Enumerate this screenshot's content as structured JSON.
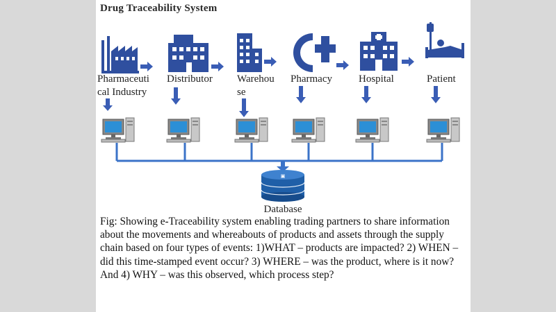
{
  "title": "Drug Traceability System",
  "nodes": [
    {
      "label_lines": [
        "Pharmaceuti",
        "cal Industry"
      ],
      "icon": "factory-icon"
    },
    {
      "label_lines": [
        "Distributor"
      ],
      "icon": "office-building-icon"
    },
    {
      "label_lines": [
        "Warehou",
        "se"
      ],
      "icon": "warehouse-building-icon"
    },
    {
      "label_lines": [
        "Pharmacy"
      ],
      "icon": "pharmacy-cross-icon"
    },
    {
      "label_lines": [
        "Hospital"
      ],
      "icon": "hospital-icon"
    },
    {
      "label_lines": [
        "Patient"
      ],
      "icon": "patient-bed-icon"
    }
  ],
  "database_label": "Database",
  "caption": "Fig: Showing e-Traceability system enabling trading partners to share information about the movements and whereabouts of products and assets through the supply chain based on four types of events: 1)WHAT – products are impacted? 2) WHEN – did this time-stamped event occur? 3) WHERE – was the product, where is it now? And 4) WHY – was this observed, which process step?",
  "colors": {
    "icon_blue": "#2f4f9f",
    "arrow_blue": "#3a5db5",
    "bus_blue": "#3b73c8",
    "db_blue": "#1f5fa8"
  }
}
